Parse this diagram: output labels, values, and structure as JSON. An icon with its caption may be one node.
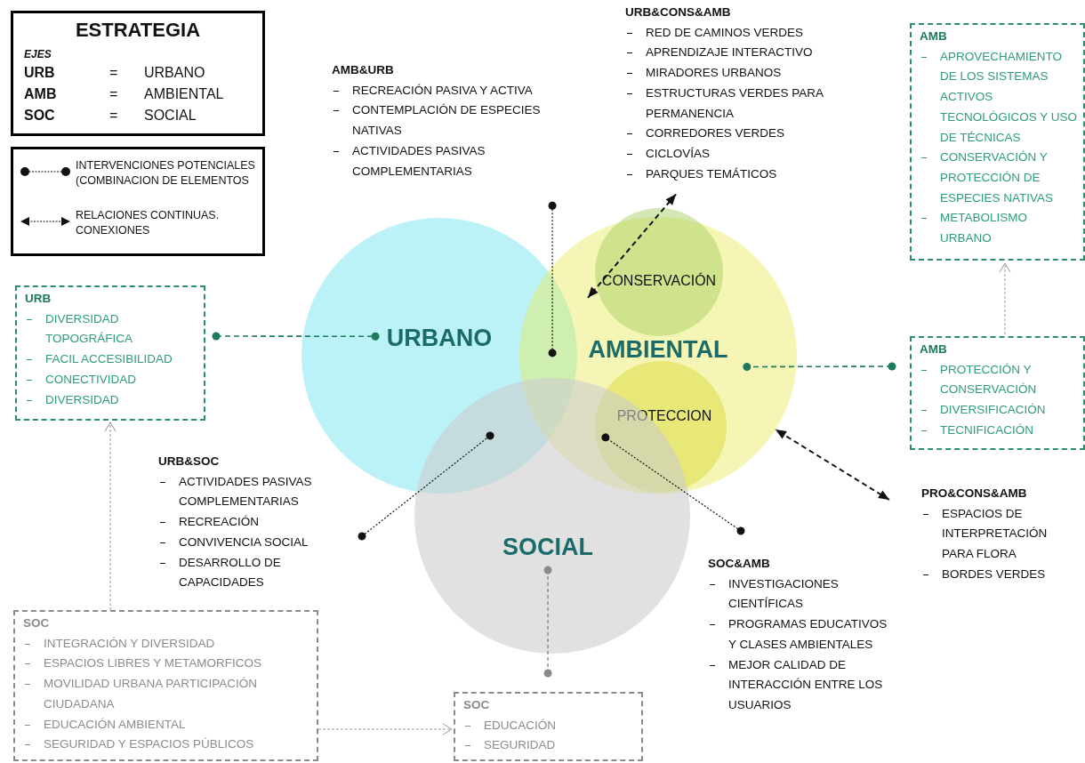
{
  "diagram": {
    "nodes": [
      {
        "text": [
          "ESTRATEGIA",
          "EJES",
          "URB",
          "=",
          "URBANO",
          "AMB",
          "=",
          "AMBIENTAL",
          "SOC",
          "=",
          "SOCIAL"
        ]
      },
      {
        "text": [
          "AMB&URB",
          "RECREACIÓN PASIVA Y ACTIVA",
          "CONTEMPLACIÓN DE ESPECIES NATIVAS",
          "ACTIVIDADES PASIVAS COMPLEMENTARIAS"
        ]
      },
      {
        "text": [
          "URB&CONS&AMB",
          "RED DE CAMINOS VERDES",
          "APRENDIZAJE INTERACTIVO",
          "MIRADORES URBANOS",
          "ESTRUCTURAS VERDES PARA PERMANENCIA",
          "CORREDORES VERDES",
          "CICLOVÍAS",
          "PARQUES TEMÁTICOS"
        ]
      },
      {
        "text": [
          "AMB",
          "APROVECHAMIENTO DE LOS SISTEMAS ACTIVOS TECNOLÓGICOS Y USO DE TÉCNICAS",
          "CONSERVACIÓN Y PROTECCIÓN DE ESPECIES NATIVAS",
          "METABOLISMO URBANO"
        ]
      },
      {
        "text": [
          "URB",
          "DIVERSIDAD TOPOGRÁFICA",
          "FACIL ACCESIBILIDAD",
          "CONECTIVIDAD",
          "DIVERSIDAD"
        ]
      },
      {
        "text": [
          "URBANO"
        ]
      },
      {
        "text": [
          "AMBIENTAL"
        ]
      },
      {
        "text": [
          "CONSERVACIÓN"
        ],
        "in": 6
      },
      {
        "text": [
          "PROTECCION"
        ],
        "in": 6
      },
      {
        "text": [
          "AMB",
          "PROTECCIÓN Y CONSERVACIÓN",
          "DIVERSIFICACIÓN",
          "TECNIFICACIÓN"
        ]
      },
      {
        "text": [
          "URB&SOC",
          "ACTIVIDADES PASIVAS COMPLEMENTARIAS",
          "RECREACIÓN",
          "CONVIVENCIA SOCIAL",
          "DESARROLLO DE CAPACIDADES"
        ]
      },
      {
        "text": [
          "SOCIAL"
        ]
      },
      {
        "text": [
          "PRO&CONS&AMB",
          "ESPACIOS DE INTERPRETACIÓN PARA FLORA",
          "BORDES VERDES"
        ]
      },
      {
        "text": [
          "SOC&AMB",
          "INVESTIGACIONES CIENTÍFICAS",
          "PROGRAMAS EDUCATIVOS Y CLASES AMBIENTALES",
          "MEJOR CALIDAD DE INTERACCIÓN ENTRE LOS USUARIOS"
        ]
      },
      {
        "text": [
          "SOC",
          "INTEGRACIÓN Y DIVERSIDAD",
          "ESPACIOS LIBRES Y METAMORFICOS",
          "MOVILIDAD URBANA PARTICIPACIÓN CIUDADANA",
          "EDUCACIÓN AMBIENTAL",
          "SEGURIDAD Y ESPACIOS PÚBLICOS"
        ]
      },
      {
        "text": [
          "SOC",
          "EDUCACIÓN",
          "SEGURIDAD"
        ]
      }
    ],
    "edges": [
      {
        "from": 1,
        "to": 5,
        "arrow": "other",
        "style": "dashed"
      },
      {
        "from": 2,
        "to": 7,
        "arrow": "both",
        "style": "dashed"
      },
      {
        "from": 4,
        "to": 5,
        "arrow": "other",
        "style": "dashed",
        "color": "#1d7a5c"
      },
      {
        "from": 9,
        "to": 6,
        "arrow": "other",
        "style": "dashed",
        "color": "#1d7a5c"
      },
      {
        "from": 9,
        "to": 3,
        "arrow": "to",
        "style": "dashed",
        "color": "#9a9a9a"
      },
      {
        "from": 10,
        "to": 5,
        "arrow": "other",
        "style": "dashed"
      },
      {
        "from": 13,
        "to": 8,
        "arrow": "other",
        "style": "dashed"
      },
      {
        "from": 12,
        "to": 6,
        "arrow": "both",
        "style": "dashed"
      },
      {
        "from": 14,
        "to": 4,
        "arrow": "to",
        "style": "dashed",
        "color": "#9a9a9a"
      },
      {
        "from": 14,
        "to": 15,
        "arrow": "to",
        "style": "dashed",
        "color": "#9a9a9a"
      },
      {
        "from": 15,
        "to": 11,
        "arrow": "other",
        "style": "dashed",
        "color": "#8a8a8a"
      }
    ],
    "legend": [
      {
        "text": "INTERVENCIONES POTENCIALES (COMBINACION DE ELEMENTOS"
      },
      {
        "text": "RELACIONES CONTINUAS. CONEXIONES"
      }
    ]
  }
}
